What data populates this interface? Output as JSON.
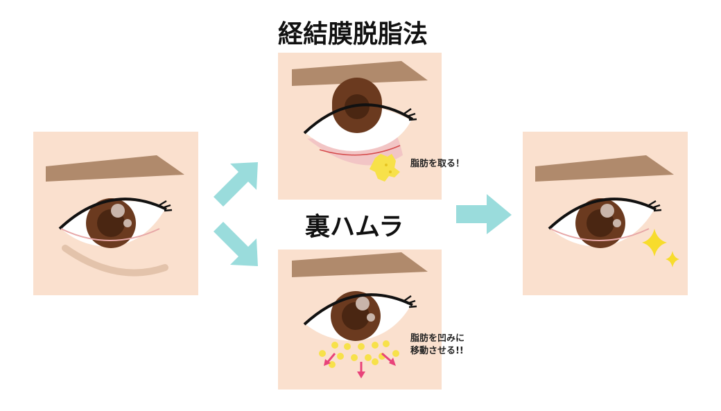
{
  "titles": {
    "top": "経結膜脱脂法",
    "bottom": "裏ハムラ"
  },
  "notes": {
    "top": "脂肪を取る！",
    "bottom_line1": "脂肪を凹みに",
    "bottom_line2": "移動させる!!"
  },
  "colors": {
    "skin": "#fae0ce",
    "brow": "#b08a6c",
    "iris": "#6b3a1f",
    "arrow_teal": "#9adcdc",
    "fat_yellow": "#f7e14a",
    "pink_arrow": "#e8437a",
    "sparkle": "#f7dc2c"
  },
  "icons": {
    "flow_arrows": "arrow-icon",
    "fat": "fat-blob-icon",
    "sparkle": "sparkle-icon"
  }
}
